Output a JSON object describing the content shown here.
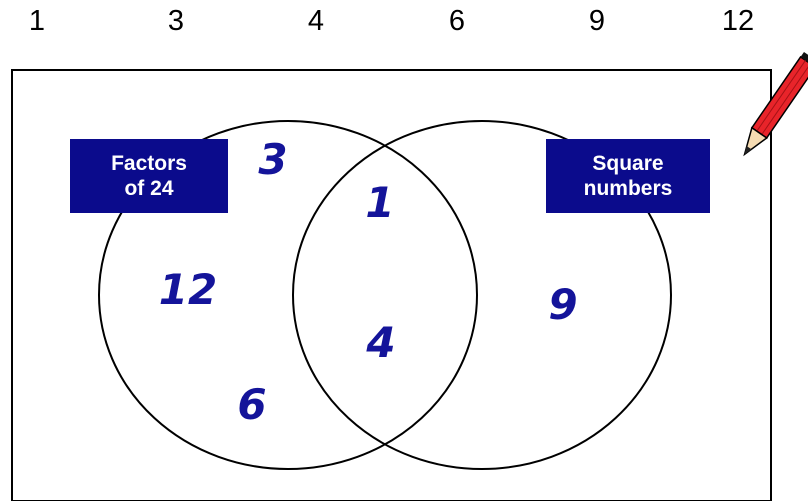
{
  "number_list": [
    "1",
    "3",
    "4",
    "6",
    "9",
    "12"
  ],
  "sets": {
    "left": {
      "label_line1": "Factors",
      "label_line2": "of 24"
    },
    "right": {
      "label_line1": "Square",
      "label_line2": "numbers"
    }
  },
  "regions": {
    "left_only": [
      "3",
      "12",
      "6"
    ],
    "both": [
      "1",
      "4"
    ],
    "right_only": [
      "9"
    ]
  },
  "colors": {
    "label_bg": "#0b0b8c",
    "label_text": "#ffffff",
    "members": "#14149a",
    "pencil_body": "#e8242a"
  },
  "icons": {
    "pencil": "pencil-icon"
  }
}
